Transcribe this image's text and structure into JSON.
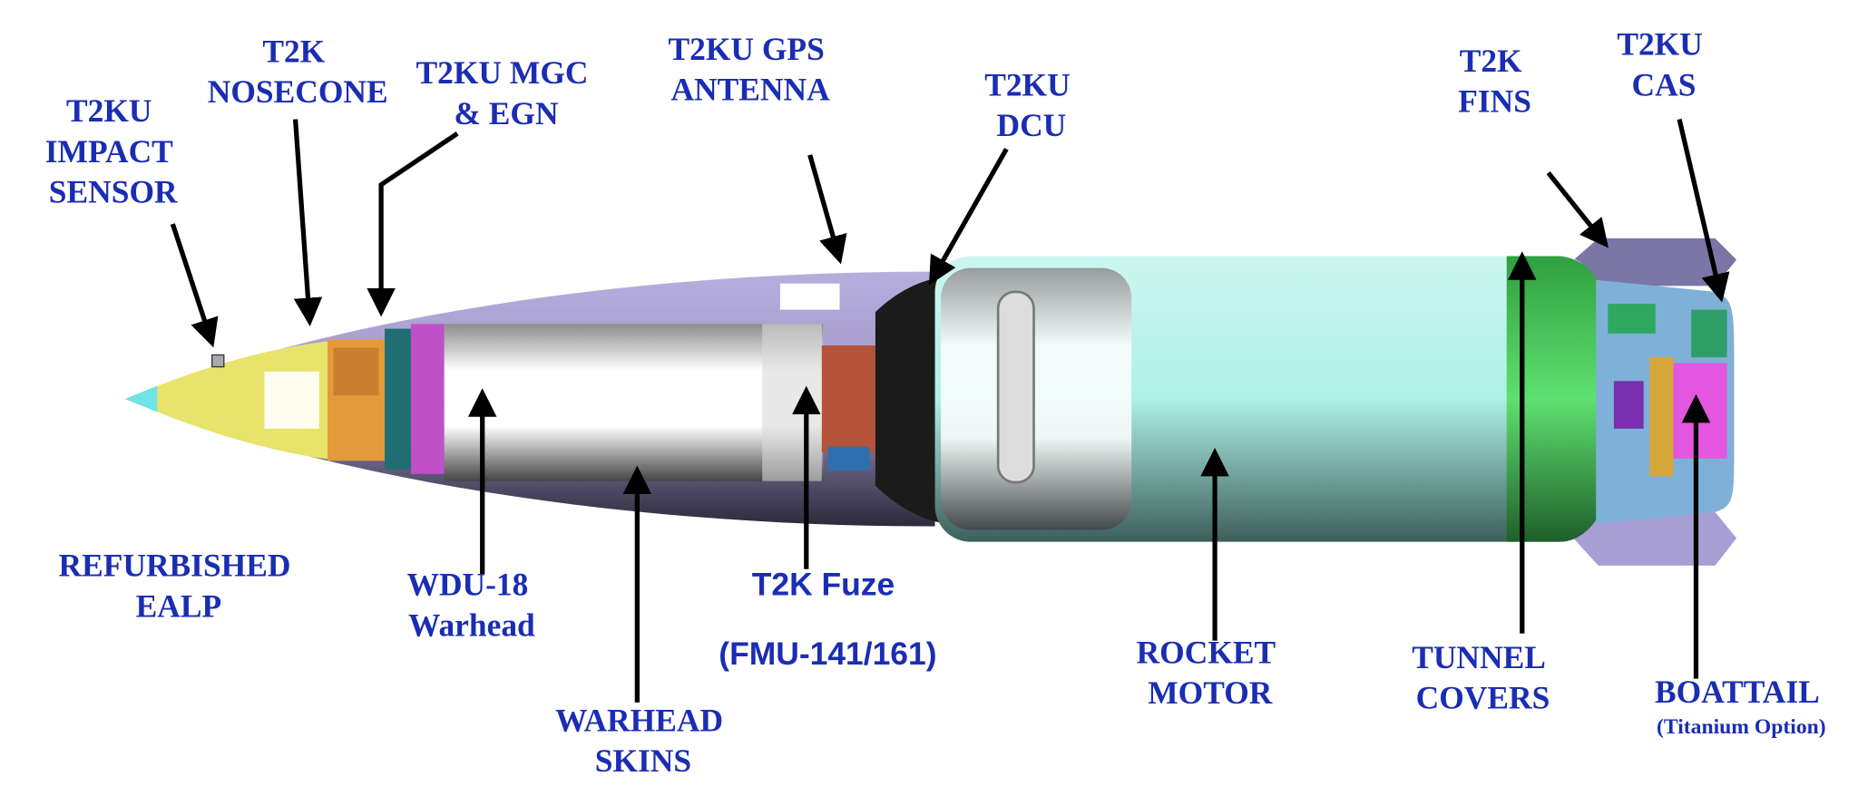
{
  "labels": {
    "impact_sensor": [
      "T2KU",
      "IMPACT",
      "SENSOR"
    ],
    "nosecone": [
      "T2K",
      "NOSECONE"
    ],
    "mgc_egn": [
      "T2KU MGC",
      "& EGN"
    ],
    "gps_antenna": [
      "T2KU GPS",
      "ANTENNA"
    ],
    "dcu": [
      "T2KU",
      "DCU"
    ],
    "fins": [
      "T2K",
      "FINS"
    ],
    "cas": [
      "T2KU",
      "CAS"
    ],
    "ealp": [
      "REFURBISHED",
      "EALP"
    ],
    "warhead": [
      "WDU-18",
      "Warhead"
    ],
    "fuze": [
      "T2K Fuze",
      "(FMU-141/161)"
    ],
    "warhead_skins": [
      "WARHEAD",
      "SKINS"
    ],
    "rocket_motor": [
      "ROCKET",
      "MOTOR"
    ],
    "tunnel_covers": [
      "TUNNEL",
      "COVERS"
    ],
    "boattail": [
      "BOATTAIL",
      "(Titanium Option)"
    ]
  },
  "colors": {
    "label": "#1a2db3",
    "nosecone": "#e8e36a",
    "shell": "#a59ac9",
    "motor": "#aef0e6",
    "dome": "#3fcf5a",
    "fins": "#8c84b8",
    "boattail": "#e455e0"
  }
}
